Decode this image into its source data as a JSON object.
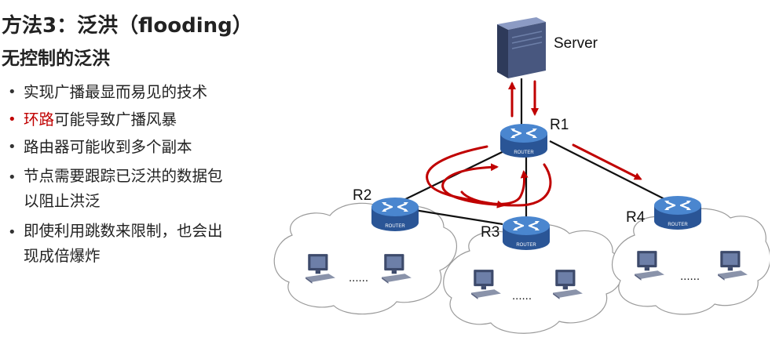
{
  "slide": {
    "title": "方法3：泛洪（flooding）",
    "subtitle": "无控制的泛洪",
    "bullets": [
      {
        "highlight": "",
        "text": "实现广播最显而易见的技术",
        "lines": []
      },
      {
        "highlight": "环路",
        "text": "可能导致广播风暴",
        "lines": []
      },
      {
        "highlight": "",
        "text": "路由器可能收到多个副本",
        "lines": []
      },
      {
        "highlight": "",
        "text": "",
        "lines": [
          "节点需要跟踪已泛洪的数据包",
          "以阻止洪泛"
        ]
      },
      {
        "highlight": "",
        "text": "",
        "lines": [
          "即使利用跳数来限制，也会出",
          "现成倍爆炸"
        ]
      }
    ]
  },
  "diagram": {
    "server_label": "Server",
    "routers": [
      {
        "id": "R1",
        "label": "R1",
        "tag": "ROUTER"
      },
      {
        "id": "R2",
        "label": "R2",
        "tag": "ROUTER"
      },
      {
        "id": "R3",
        "label": "R3",
        "tag": "ROUTER"
      },
      {
        "id": "R4",
        "label": "R4",
        "tag": "ROUTER"
      }
    ],
    "ellipsis": [
      "......",
      "......",
      "......"
    ],
    "colors": {
      "router": "#3a6fb5",
      "arrow": "#c00000",
      "link": "#111111",
      "cloud": "#9a9a9a",
      "server": "#3d4a6b"
    }
  }
}
